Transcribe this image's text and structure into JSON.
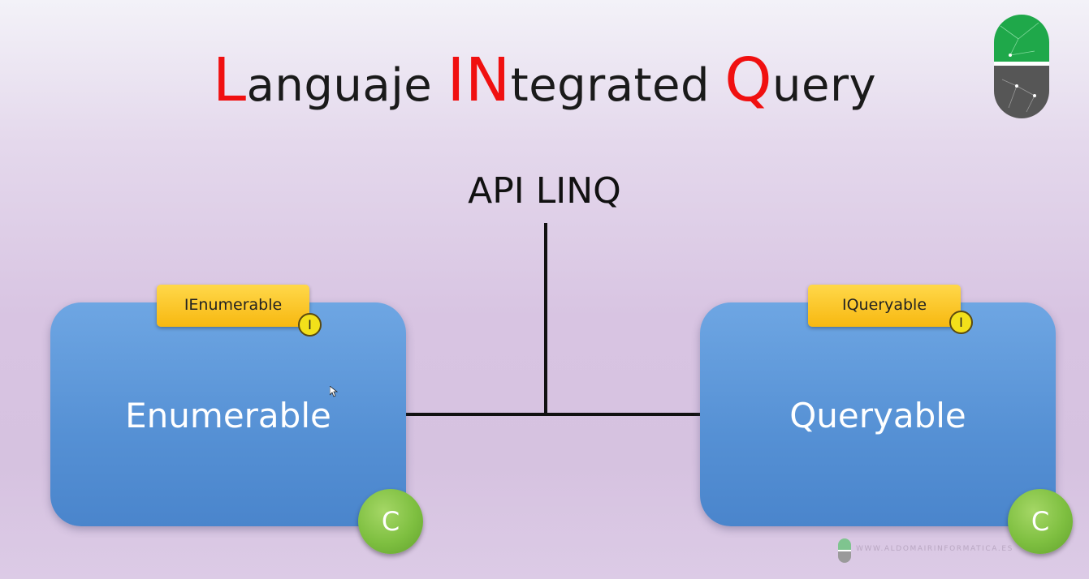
{
  "title": {
    "parts": [
      {
        "text": "L",
        "highlight": true
      },
      {
        "text": "anguaje ",
        "highlight": false
      },
      {
        "text": "IN",
        "highlight": true
      },
      {
        "text": "tegrated ",
        "highlight": false
      },
      {
        "text": "Q",
        "highlight": true
      },
      {
        "text": "uery",
        "highlight": false
      }
    ],
    "highlight_color": "#f01010"
  },
  "api_label": "API LINQ",
  "left": {
    "class_name": "Enumerable",
    "interface_name": "IEnumerable",
    "interface_badge": "I",
    "class_badge": "C"
  },
  "right": {
    "class_name": "Queryable",
    "interface_name": "IQueryable",
    "interface_badge": "I",
    "class_badge": "C"
  },
  "watermark": {
    "text": "WWW.ALDOMAIRINFORMATICA.ES",
    "logo_icon": "capsule-logo-icon"
  },
  "colors": {
    "box": "#5590d4",
    "tag": "#f7b810",
    "class_badge": "#7ebf40",
    "logo_top": "#1fa84a",
    "logo_bottom": "#5a5a5a"
  }
}
